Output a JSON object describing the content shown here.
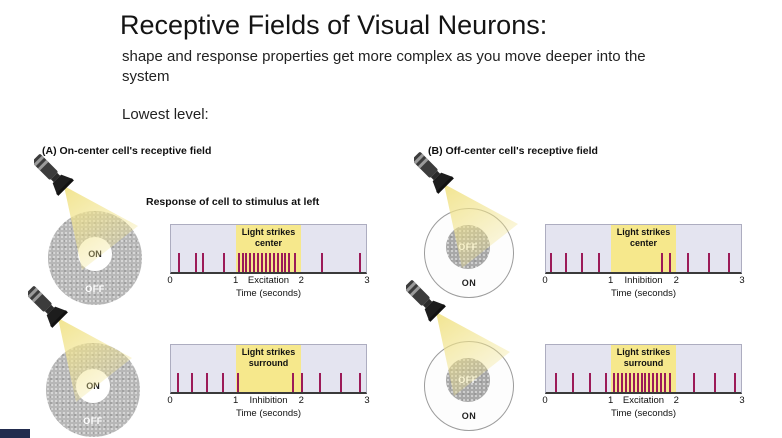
{
  "slide": {
    "title": "Receptive Fields of Visual Neurons:",
    "subtitle": "shape and response properties get more complex as you move deeper into the system",
    "level_label": "Lowest level:"
  },
  "colors": {
    "spike": "#9c1a58",
    "highlight": "#f6e88c",
    "plot_background": "#e4e4f0",
    "beam": "#f1e38a"
  },
  "panels": [
    {
      "label": "(A)  On-center cell's receptive field",
      "response_heading": "Response of cell to stimulus at left",
      "rows": [
        {
          "field": {
            "center_label": "ON",
            "surround_label": "OFF"
          },
          "plot": {
            "highlight_line1": "Light strikes",
            "highlight_line2": "center",
            "response_label": "Excitation",
            "x_ticks": [
              "0",
              "1",
              "2",
              "3"
            ],
            "x_axis_label": "Time (seconds)",
            "spikes": [
              0.12,
              0.38,
              0.5,
              0.82,
              1.04,
              1.1,
              1.16,
              1.22,
              1.28,
              1.34,
              1.4,
              1.46,
              1.52,
              1.58,
              1.64,
              1.7,
              1.76,
              1.82,
              1.9,
              2.32,
              2.9
            ]
          }
        },
        {
          "field": {
            "center_label": "ON",
            "surround_label": "OFF"
          },
          "plot": {
            "highlight_line1": "Light strikes",
            "highlight_line2": "surround",
            "response_label": "Inhibition",
            "x_ticks": [
              "0",
              "1",
              "2",
              "3"
            ],
            "x_axis_label": "Time (seconds)",
            "spikes": [
              0.1,
              0.32,
              0.56,
              0.8,
              1.03,
              1.88,
              2.02,
              2.3,
              2.62,
              2.9
            ]
          }
        }
      ]
    },
    {
      "label": "(B)  Off-center cell's receptive field",
      "rows": [
        {
          "field": {
            "center_label": "OFF",
            "surround_label": "ON"
          },
          "plot": {
            "highlight_line1": "Light strikes",
            "highlight_line2": "center",
            "response_label": "Inhibition",
            "x_ticks": [
              "0",
              "1",
              "2",
              "3"
            ],
            "x_axis_label": "Time (seconds)",
            "spikes": [
              0.08,
              0.3,
              0.55,
              0.82,
              1.78,
              1.9,
              2.18,
              2.5,
              2.82
            ]
          }
        },
        {
          "field": {
            "center_label": "OFF",
            "surround_label": "ON"
          },
          "plot": {
            "highlight_line1": "Light strikes",
            "highlight_line2": "surround",
            "response_label": "Excitation",
            "x_ticks": [
              "0",
              "1",
              "2",
              "3"
            ],
            "x_axis_label": "Time (seconds)",
            "spikes": [
              0.15,
              0.42,
              0.68,
              0.92,
              1.05,
              1.11,
              1.17,
              1.23,
              1.29,
              1.35,
              1.41,
              1.47,
              1.53,
              1.59,
              1.65,
              1.71,
              1.77,
              1.83,
              1.9,
              2.28,
              2.6,
              2.9
            ]
          }
        }
      ]
    }
  ]
}
